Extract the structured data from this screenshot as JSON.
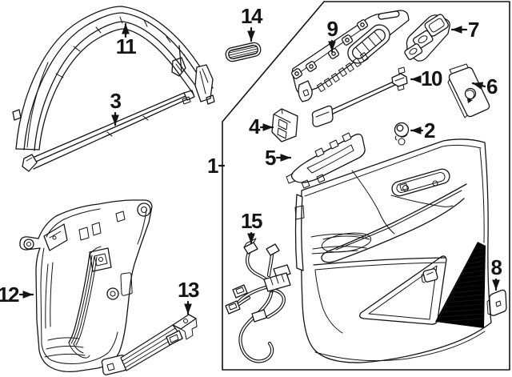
{
  "diagram": {
    "kind": "exploded-parts-diagram",
    "background_color": "#ffffff",
    "line_color": "#141414"
  },
  "callouts": {
    "c1": {
      "label": "1",
      "points_to": "door-trim-panel-assembly"
    },
    "c2": {
      "label": "2",
      "points_to": "grommet"
    },
    "c3": {
      "label": "3",
      "points_to": "belt-molding"
    },
    "c4": {
      "label": "4",
      "points_to": "accessory-switch"
    },
    "c5": {
      "label": "5",
      "points_to": "handle-bezel"
    },
    "c6": {
      "label": "6",
      "points_to": "control-module"
    },
    "c7": {
      "label": "7",
      "points_to": "window-switch"
    },
    "c8": {
      "label": "8",
      "points_to": "retainer-clip"
    },
    "c9": {
      "label": "9",
      "points_to": "upper-trim-rail"
    },
    "c10": {
      "label": "10",
      "points_to": "lock-rod"
    },
    "c11": {
      "label": "11",
      "points_to": "window-frame-weatherstrip"
    },
    "c12": {
      "label": "12",
      "points_to": "water-deflector-panel"
    },
    "c13": {
      "label": "13",
      "points_to": "support-bracket"
    },
    "c14": {
      "label": "14",
      "points_to": "vent-grille"
    },
    "c15": {
      "label": "15",
      "points_to": "wiring-harness"
    }
  }
}
